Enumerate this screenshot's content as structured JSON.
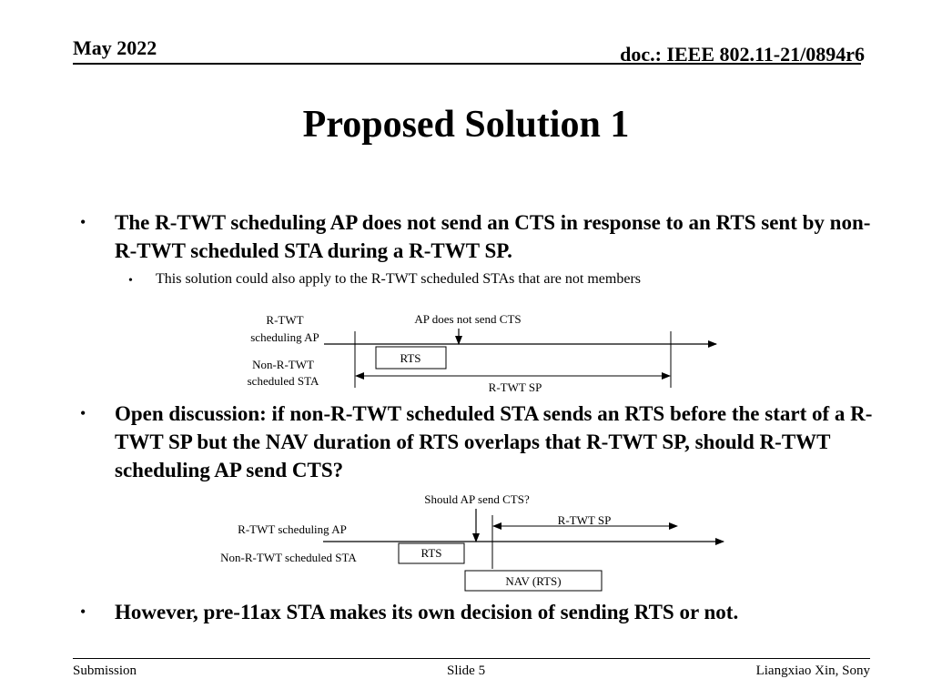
{
  "header": {
    "date": "May 2022",
    "doc": "doc.: IEEE 802.11-21/0894r6"
  },
  "title": "Proposed Solution 1",
  "bullets": [
    "The R-TWT scheduling AP does not send an CTS in response to an RTS sent by non-R-TWT scheduled STA during a R-TWT SP.",
    "Open discussion: if non-R-TWT scheduled STA sends an RTS before the start of a R-TWT SP but the NAV duration of RTS overlaps that R-TWT SP, should R-TWT scheduling AP send CTS?",
    "However, pre-11ax STA makes its own decision of sending RTS or not."
  ],
  "sub_bullets": [
    "This solution could also apply to the R-TWT scheduled STAs that are not members"
  ],
  "bullet_char": "•",
  "diagram1": {
    "ap_label_line1": "R-TWT",
    "ap_label_line2": "scheduling AP",
    "sta_label_line1": "Non-R-TWT",
    "sta_label_line2": "scheduled STA",
    "annotation": "AP does not send CTS",
    "rts_box": "RTS",
    "span_label": "R-TWT SP"
  },
  "diagram2": {
    "annotation": "Should AP send CTS?",
    "ap_label": "R-TWT scheduling  AP",
    "sta_label": "Non-R-TWT scheduled STA",
    "span_label": "R-TWT SP",
    "rts_box": "RTS",
    "nav_box": "NAV (RTS)"
  },
  "footer": {
    "left": "Submission",
    "center": "Slide 5",
    "right": "Liangxiao Xin, Sony"
  }
}
